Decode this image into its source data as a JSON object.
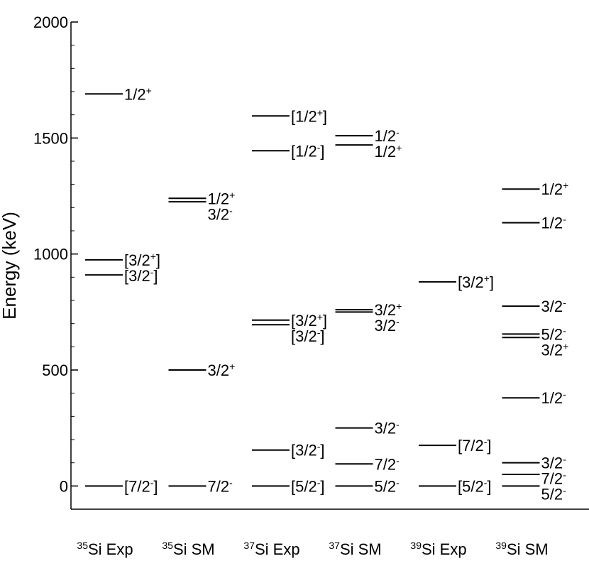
{
  "chart_data": {
    "type": "level-scheme",
    "ylabel": "Energy (keV)",
    "ylim": [
      -100,
      2000
    ],
    "yticks": [
      0,
      500,
      1000,
      1500,
      2000
    ],
    "ytick_labels": [
      "0",
      "500",
      "1000",
      "1500",
      "2000"
    ],
    "minor_tick_step": 100,
    "grid": false,
    "columns": [
      {
        "name_sup": "35",
        "name_main": "Si Exp",
        "levels": [
          {
            "energy": 1690,
            "label": "1/2",
            "sup": "+",
            "bracket": false
          },
          {
            "energy": 975,
            "label": "3/2",
            "sup": "+",
            "bracket": true
          },
          {
            "energy": 910,
            "label": "3/2",
            "sup": "-",
            "bracket": true
          },
          {
            "energy": 0,
            "label": "7/2",
            "sup": "-",
            "bracket": true
          }
        ]
      },
      {
        "name_sup": "35",
        "name_main": "Si SM",
        "levels": [
          {
            "energy": 1240,
            "label": "1/2",
            "sup": "+",
            "bracket": false
          },
          {
            "energy": 1225,
            "label": "3/2",
            "sup": "-",
            "bracket": false
          },
          {
            "energy": 500,
            "label": "3/2",
            "sup": "+",
            "bracket": false
          },
          {
            "energy": 0,
            "label": "7/2",
            "sup": "-",
            "bracket": false
          }
        ]
      },
      {
        "name_sup": "37",
        "name_main": "Si Exp",
        "levels": [
          {
            "energy": 1595,
            "label": "1/2",
            "sup": "+",
            "bracket": true
          },
          {
            "energy": 1445,
            "label": "1/2",
            "sup": "-",
            "bracket": true
          },
          {
            "energy": 715,
            "label": "3/2",
            "sup": "+",
            "bracket": true
          },
          {
            "energy": 695,
            "label": "3/2",
            "sup": "-",
            "bracket": true
          },
          {
            "energy": 155,
            "label": "3/2",
            "sup": "-",
            "bracket": true
          },
          {
            "energy": 0,
            "label": "5/2",
            "sup": "-",
            "bracket": true
          }
        ]
      },
      {
        "name_sup": "37",
        "name_main": "Si SM",
        "levels": [
          {
            "energy": 1510,
            "label": "1/2",
            "sup": "-",
            "bracket": false
          },
          {
            "energy": 1470,
            "label": "1/2",
            "sup": "+",
            "bracket": false
          },
          {
            "energy": 760,
            "label": "3/2",
            "sup": "+",
            "bracket": false
          },
          {
            "energy": 750,
            "label": "3/2",
            "sup": "-",
            "bracket": false
          },
          {
            "energy": 250,
            "label": "3/2",
            "sup": "-",
            "bracket": false
          },
          {
            "energy": 95,
            "label": "7/2",
            "sup": "-",
            "bracket": false
          },
          {
            "energy": 0,
            "label": "5/2",
            "sup": "-",
            "bracket": false
          }
        ]
      },
      {
        "name_sup": "39",
        "name_main": "Si Exp",
        "levels": [
          {
            "energy": 880,
            "label": "3/2",
            "sup": "+",
            "bracket": true
          },
          {
            "energy": 175,
            "label": "7/2",
            "sup": "-",
            "bracket": true
          },
          {
            "energy": 0,
            "label": "5/2",
            "sup": "-",
            "bracket": true
          }
        ]
      },
      {
        "name_sup": "39",
        "name_main": "Si SM",
        "levels": [
          {
            "energy": 1280,
            "label": "1/2",
            "sup": "+",
            "bracket": false
          },
          {
            "energy": 1135,
            "label": "1/2",
            "sup": "-",
            "bracket": false
          },
          {
            "energy": 775,
            "label": "3/2",
            "sup": "-",
            "bracket": false
          },
          {
            "energy": 655,
            "label": "5/2",
            "sup": "-",
            "bracket": false
          },
          {
            "energy": 640,
            "label": "3/2",
            "sup": "+",
            "bracket": false
          },
          {
            "energy": 380,
            "label": "1/2",
            "sup": "-",
            "bracket": false
          },
          {
            "energy": 100,
            "label": "3/2",
            "sup": "-",
            "bracket": false
          },
          {
            "energy": 50,
            "label": "7/2",
            "sup": "-",
            "bracket": false
          },
          {
            "energy": 0,
            "label": "5/2",
            "sup": "-",
            "bracket": false
          }
        ]
      }
    ]
  }
}
